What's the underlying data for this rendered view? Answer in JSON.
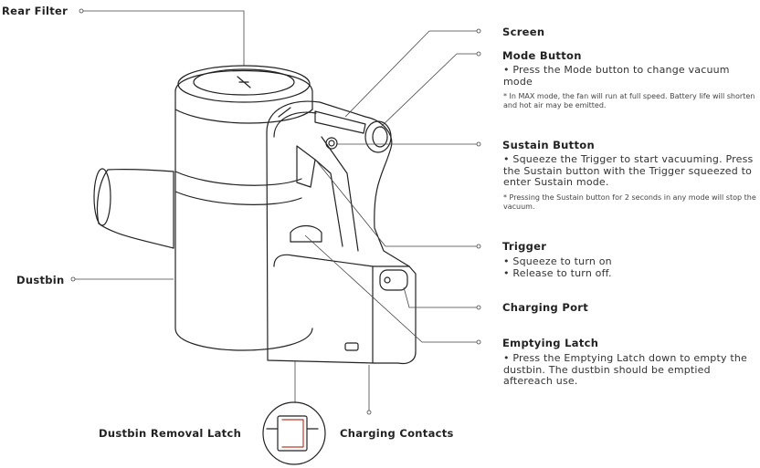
{
  "labels": {
    "rear_filter": "Rear Filter",
    "dustbin": "Dustbin",
    "dustbin_removal_latch": "Dustbin Removal Latch",
    "charging_contacts": "Charging Contacts",
    "screen": "Screen",
    "mode_button": "Mode Button",
    "sustain_button": "Sustain Button",
    "trigger": "Trigger",
    "charging_port": "Charging Port",
    "emptying_latch": "Emptying Latch"
  },
  "descriptions": {
    "mode_button": "• Press the Mode button to change vacuum mode",
    "mode_button_note": "* In MAX mode, the fan will run at full speed. Battery life will shorten and hot air may be emitted.",
    "sustain_button": "• Squeeze the Trigger to start vacuuming. Press the Sustain button with the Trigger squeezed to enter Sustain mode.",
    "sustain_button_note": "* Pressing the Sustain button for 2 seconds in any mode will stop the vacuum.",
    "trigger_1": "• Squeeze to turn on",
    "trigger_2": "• Release to turn off.",
    "emptying_latch": "• Press the Emptying Latch down to empty the dustbin. The dustbin should be emptied aftereach use."
  },
  "colors": {
    "line": "#222222",
    "accent_red": "#c0392b"
  }
}
